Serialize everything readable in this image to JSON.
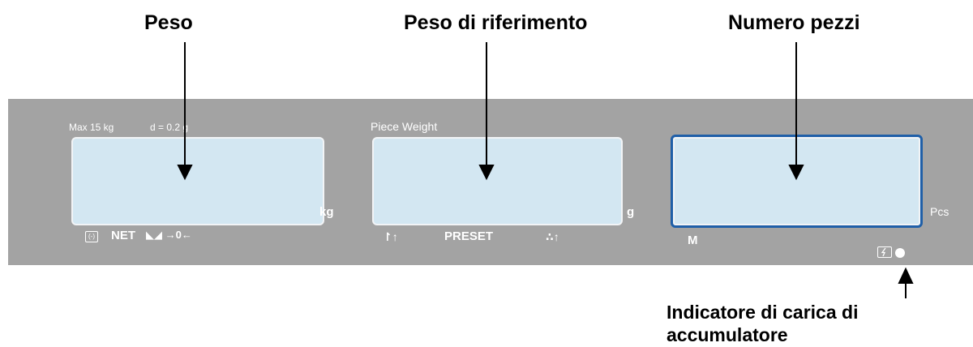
{
  "callouts": {
    "weight": "Peso",
    "reference_weight": "Peso di riferimento",
    "piece_count": "Numero pezzi",
    "battery_line1": "Indicatore di carica di",
    "battery_line2": "accumulatore"
  },
  "display_weight": {
    "max_label": "Max  15 kg",
    "d_label": "d = 0.2 g",
    "unit": "kg",
    "net": "NET",
    "zero_symbol": "◣◢ →0←"
  },
  "display_reference": {
    "title": "Piece Weight",
    "unit": "g",
    "preset": "PRESET",
    "left_symbol": "↾↑",
    "right_symbol": "∴↑"
  },
  "display_count": {
    "unit": "Pcs",
    "memory": "M"
  },
  "icons": {
    "tare": "tare-icon",
    "battery": "battery-charge-icon",
    "indicator": "indicator-dot-icon"
  },
  "colors": {
    "panel": "#a3a3a3",
    "lcd": "#d3e7f2",
    "active_border": "#1f5fa8"
  }
}
